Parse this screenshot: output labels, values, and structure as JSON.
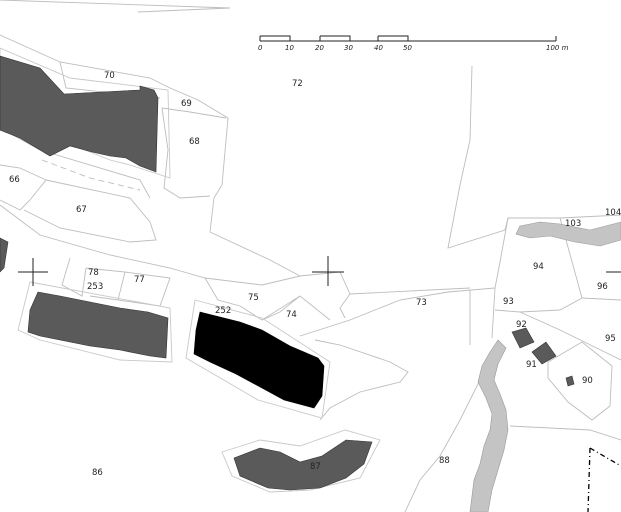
{
  "scale_bar": {
    "labels": [
      "0",
      "10",
      "20",
      "30",
      "40",
      "50",
      "100 m"
    ]
  },
  "lots": {
    "l70": "70",
    "l72": "72",
    "l69": "69",
    "l68": "68",
    "l66": "66",
    "l67": "67",
    "l78": "78",
    "l253": "253",
    "l77": "77",
    "l252": "252",
    "l75": "75",
    "l74": "74",
    "l73": "73",
    "l93": "93",
    "l94": "94",
    "l103": "103",
    "l104": "104",
    "l96": "96",
    "l92": "92",
    "l91": "91",
    "l95": "95",
    "l90": "90",
    "l88": "88",
    "l87": "87",
    "l86": "86"
  },
  "colors": {
    "building_grey": "#5a5a5a",
    "building_black": "#000000",
    "stream": "#c4c4c4",
    "parcel_line": "#bdbdbd"
  }
}
